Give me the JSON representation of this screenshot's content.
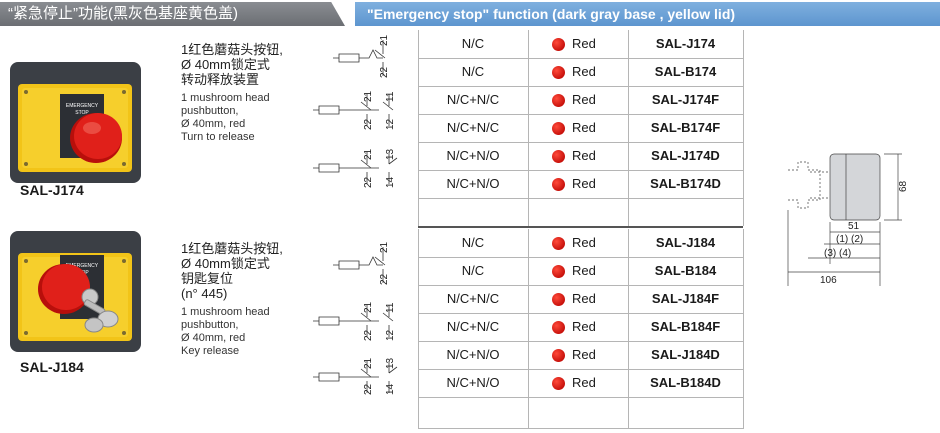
{
  "header": {
    "left": "“紧急停止”功能(黑灰色基座黄色盖)",
    "right": "\"Emergency stop\" function (dark gray base , yellow lid)"
  },
  "products": [
    {
      "model": "SAL-J174",
      "zh_lines": [
        "1红色蘑菇头按钮,",
        "Ø 40mm锁定式",
        "转动释放装置"
      ],
      "en_lines": [
        "1 mushroom head",
        "pushbutton,",
        "Ø 40mm, red",
        "Turn to release"
      ],
      "box_label": [
        "EMERGENCY",
        "STOP"
      ],
      "rows": [
        {
          "contact": "N/C",
          "color": "Red",
          "code": "SAL-J174"
        },
        {
          "contact": "N/C",
          "color": "Red",
          "code": "SAL-B174"
        },
        {
          "contact": "N/C+N/C",
          "color": "Red",
          "code": "SAL-J174F"
        },
        {
          "contact": "N/C+N/C",
          "color": "Red",
          "code": "SAL-B174F"
        },
        {
          "contact": "N/C+N/O",
          "color": "Red",
          "code": "SAL-J174D"
        },
        {
          "contact": "N/C+N/O",
          "color": "Red",
          "code": "SAL-B174D"
        }
      ]
    },
    {
      "model": "SAL-J184",
      "zh_lines": [
        "1红色蘑菇头按钮,",
        "Ø 40mm锁定式",
        "钥匙复位",
        "(n° 445)"
      ],
      "en_lines": [
        "1 mushroom head",
        "pushbutton,",
        "Ø 40mm, red",
        "Key release"
      ],
      "box_label": [
        "EMERGENCY",
        "STOP"
      ],
      "rows": [
        {
          "contact": "N/C",
          "color": "Red",
          "code": "SAL-J184"
        },
        {
          "contact": "N/C",
          "color": "Red",
          "code": "SAL-B184"
        },
        {
          "contact": "N/C+N/C",
          "color": "Red",
          "code": "SAL-J184F"
        },
        {
          "contact": "N/C+N/C",
          "color": "Red",
          "code": "SAL-B184F"
        },
        {
          "contact": "N/C+N/O",
          "color": "Red",
          "code": "SAL-J184D"
        },
        {
          "contact": "N/C+N/O",
          "color": "Red",
          "code": "SAL-B184D"
        }
      ]
    }
  ],
  "diagram_terminals": {
    "nc": [
      "21",
      "22"
    ],
    "ncnc": [
      "21",
      "22",
      "11",
      "12"
    ],
    "ncno": [
      "21",
      "22",
      "13",
      "14"
    ]
  },
  "dimensions": {
    "height": "68",
    "width_51": "51",
    "labels_12": "(1) (2)",
    "labels_34": "(3) (4)",
    "total": "106"
  },
  "colors": {
    "red": "#d2140e",
    "yellow": "#f2c418",
    "base": "#3b3f45",
    "header_blue": "#6aa0d6",
    "header_gray": "#7c7f84"
  }
}
